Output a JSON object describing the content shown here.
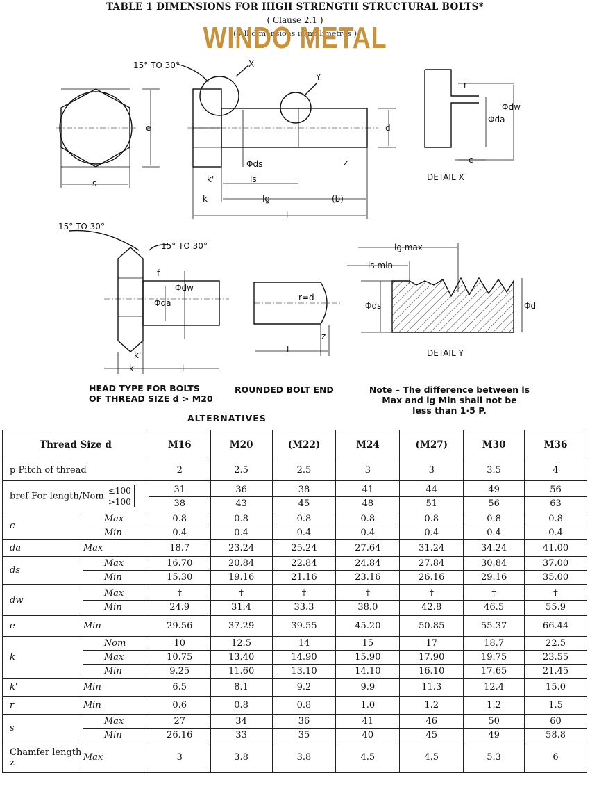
{
  "header": {
    "title": "TABLE 1    DIMENSIONS FOR HIGH STRENGTH STRUCTURAL BOLTS*",
    "clause": "( Clause 2.1 )",
    "subtitle": "( All dimensions in millimetres )",
    "watermark": "WINDO METAL"
  },
  "figure": {
    "labels": {
      "angle_top": "15° TO 30°",
      "angle_left": "15° TO 30°",
      "angle_small": "15° TO 30°",
      "x": "X",
      "y": "Y",
      "e": "e",
      "s": "s",
      "d": "d",
      "ds": "Φds",
      "z": "z",
      "kp": "k'",
      "k": "k",
      "ls": "ls",
      "lg": "lg",
      "b": "(b)",
      "l": "l",
      "r": "r",
      "c": "c",
      "dw": "Φdw",
      "da": "Φda",
      "detail_x": "DETAIL X",
      "detail_y": "DETAIL Y",
      "lg_max": "lg max",
      "ls_min": "ls min",
      "ds_y": "Φds",
      "d_y": "Φd",
      "r_eq_d": "r=d",
      "f": "f"
    },
    "captions": {
      "head_type": "HEAD TYPE FOR BOLTS\nOF THREAD SIZE d > M20",
      "rounded": "ROUNDED BOLT END",
      "note": "Note – The difference between ls\nMax and lg Min shall not be\nless than 1·5 P.",
      "alternatives": "ALTERNATIVES"
    }
  },
  "table": {
    "header_label": "Thread Size d",
    "sizes": [
      "M16",
      "M20",
      "(M22)",
      "M24",
      "(M27)",
      "M30",
      "M36"
    ],
    "pitch": {
      "label": "p Pitch of thread",
      "values": [
        "2",
        "2.5",
        "2.5",
        "3",
        "3",
        "3.5",
        "4"
      ]
    },
    "bref": {
      "label": "bref For length/Nom",
      "cond_a": "≤100",
      "cond_b": ">100",
      "a": [
        "31",
        "36",
        "38",
        "41",
        "44",
        "49",
        "56"
      ],
      "b": [
        "38",
        "43",
        "45",
        "48",
        "51",
        "56",
        "63"
      ]
    },
    "c": {
      "label": "c",
      "max": [
        "0.8",
        "0.8",
        "0.8",
        "0.8",
        "0.8",
        "0.8",
        "0.8"
      ],
      "min": [
        "0.4",
        "0.4",
        "0.4",
        "0.4",
        "0.4",
        "0.4",
        "0.4"
      ]
    },
    "da": {
      "label": "da",
      "tag": "Max",
      "values": [
        "18.7",
        "23.24",
        "25.24",
        "27.64",
        "31.24",
        "34.24",
        "41.00"
      ]
    },
    "ds": {
      "label": "ds",
      "max": [
        "16.70",
        "20.84",
        "22.84",
        "24.84",
        "27.84",
        "30.84",
        "37.00"
      ],
      "min": [
        "15.30",
        "19.16",
        "21.16",
        "23.16",
        "26.16",
        "29.16",
        "35.00"
      ]
    },
    "dw": {
      "label": "dw",
      "max": [
        "†",
        "†",
        "†",
        "†",
        "†",
        "†",
        "†"
      ],
      "min": [
        "24.9",
        "31.4",
        "33.3",
        "38.0",
        "42.8",
        "46.5",
        "55.9"
      ]
    },
    "e": {
      "label": "e",
      "tag": "Min",
      "values": [
        "29.56",
        "37.29",
        "39.55",
        "45.20",
        "50.85",
        "55.37",
        "66.44"
      ]
    },
    "k": {
      "label": "k",
      "nom": [
        "10",
        "12.5",
        "14",
        "15",
        "17",
        "18.7",
        "22.5"
      ],
      "max": [
        "10.75",
        "13.40",
        "14.90",
        "15.90",
        "17.90",
        "19.75",
        "23.55"
      ],
      "min": [
        "9.25",
        "11.60",
        "13.10",
        "14.10",
        "16.10",
        "17.65",
        "21.45"
      ]
    },
    "kp": {
      "label": "k'",
      "tag": "Min",
      "values": [
        "6.5",
        "8.1",
        "9.2",
        "9.9",
        "11.3",
        "12.4",
        "15.0"
      ]
    },
    "r": {
      "label": "r",
      "tag": "Min",
      "values": [
        "0.6",
        "0.8",
        "0.8",
        "1.0",
        "1.2",
        "1.2",
        "1.5"
      ]
    },
    "s": {
      "label": "s",
      "max": [
        "27",
        "34",
        "36",
        "41",
        "46",
        "50",
        "60"
      ],
      "min": [
        "26.16",
        "33",
        "35",
        "40",
        "45",
        "49",
        "58.8"
      ]
    },
    "z": {
      "label": "Chamfer length z",
      "tag": "Max",
      "values": [
        "3",
        "3.8",
        "3.8",
        "4.5",
        "4.5",
        "5.3",
        "6"
      ]
    },
    "tags": {
      "max": "Max",
      "min": "Min",
      "nom": "Nom"
    }
  }
}
